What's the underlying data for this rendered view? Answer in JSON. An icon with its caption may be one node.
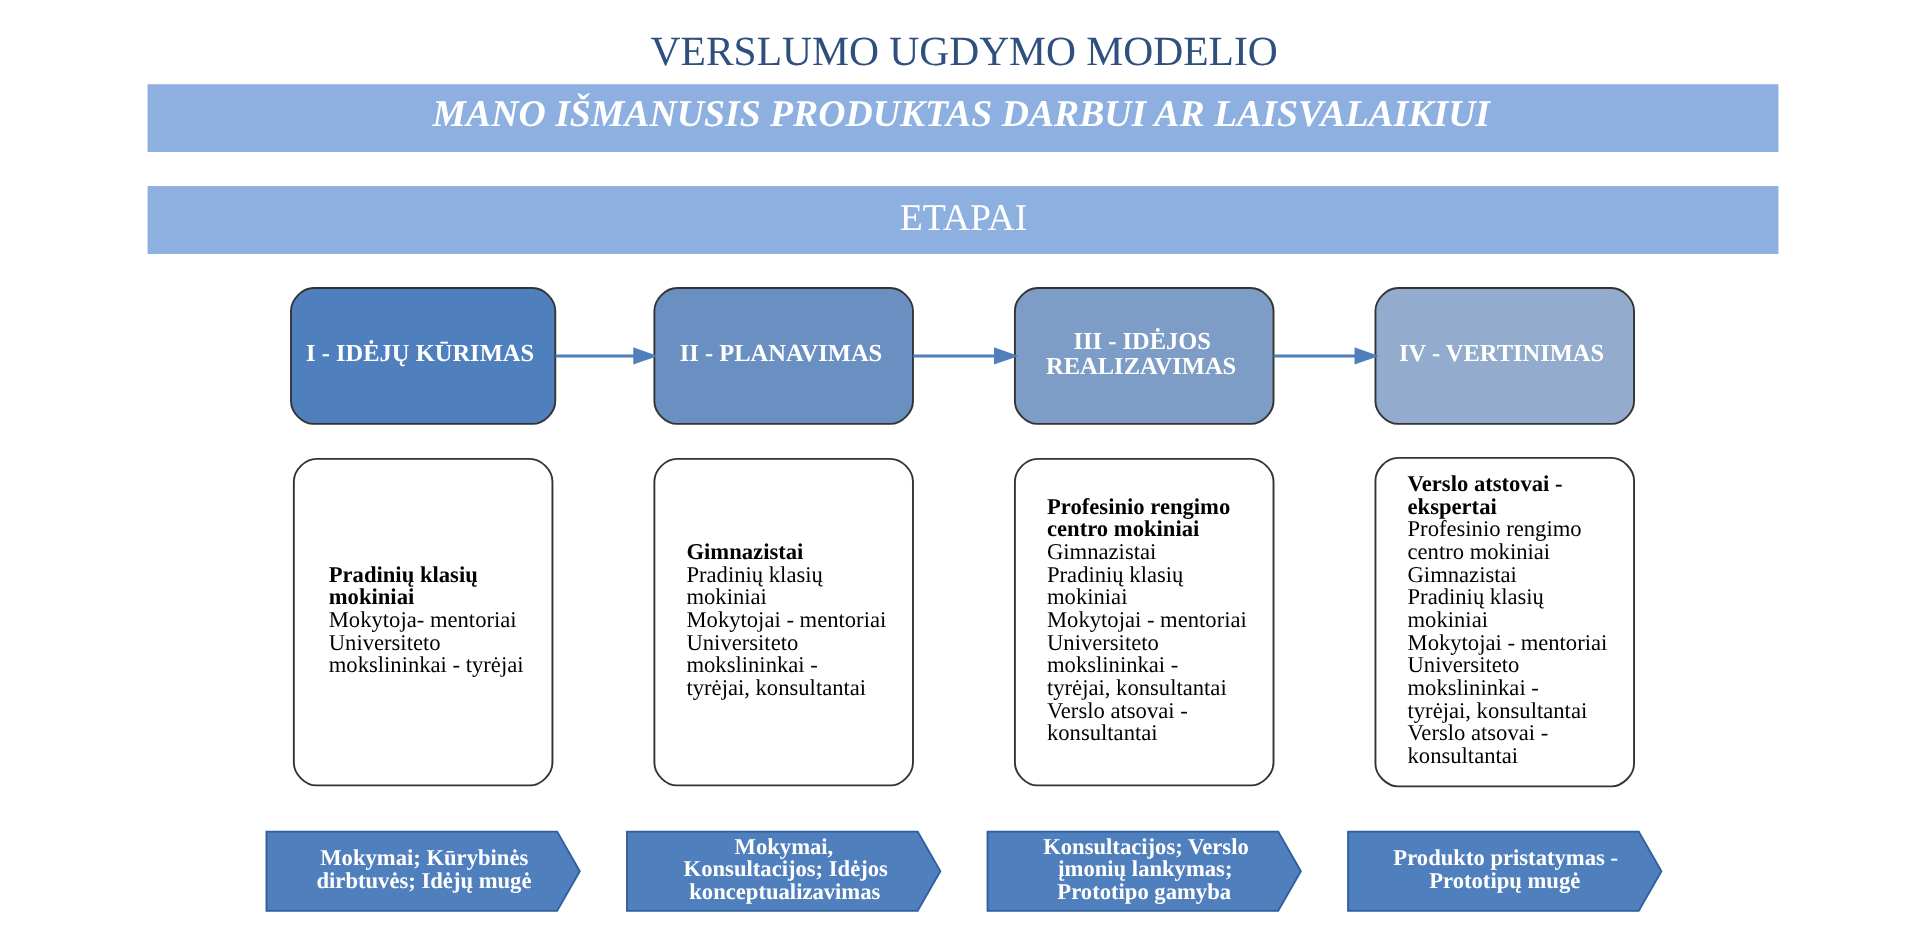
{
  "diagram": {
    "title": "VERSLUMO UGDYMO MODELIO",
    "nodes": [
      {
        "text": [
          "I - IDĖJŲ KŪRIMAS"
        ]
      },
      {
        "text": [
          "Pradinių klasių mokiniai",
          "Mokytoja- mentoriai",
          "Universiteto mokslininkai - tyrėjai"
        ]
      },
      {
        "text": [
          "II - PLANAVIMAS"
        ]
      },
      {
        "text": [
          "Gimnazistai",
          "Pradinių klasių mokiniai",
          "Mokytojai - mentoriai",
          "Universiteto mokslininkai - tyrėjai, konsultantai"
        ]
      },
      {
        "text": [
          "III - IDĖJOS REALIZAVIMAS"
        ]
      },
      {
        "text": [
          "Profesinio rengimo centro mokiniai",
          "Gimnazistai",
          "Pradinių klasių mokiniai",
          "Mokytojai - mentoriai",
          "Universiteto mokslininkai - tyrėjai, konsultantai",
          "Verslo atsovai - konsultantai"
        ]
      },
      {
        "text": [
          "IV - VERTINIMAS"
        ]
      },
      {
        "text": [
          "Verslo atstovai - ekspertai",
          "Profesinio rengimo centro mokiniai",
          "Gimnazistai",
          "Pradinių klasių mokiniai",
          "Mokytojai - mentoriai",
          "Universiteto mokslininkai - tyrėjai, konsultantai",
          "Verslo atsovai - konsultantai"
        ]
      },
      {
        "text": [
          "Mokymai; Kūrybinės dirbtuvės; Idėjų mugė"
        ]
      },
      {
        "text": [
          "Mokymai, Konsultacijos; Idėjos konceptualizavimas"
        ]
      },
      {
        "text": [
          "Konsultacijos; Verslo įmonių lankymas; Prototipo gamyba"
        ]
      },
      {
        "text": [
          "Produkto pristatymas - Prototipų mugė"
        ]
      }
    ],
    "edges": [
      {
        "from": 0,
        "to": 2,
        "arrow": "to"
      },
      {
        "from": 2,
        "to": 4,
        "arrow": "to"
      },
      {
        "from": 4,
        "to": 6,
        "arrow": "to"
      }
    ],
    "labels": [
      "MANO IŠMANUSIS PRODUKTAS DARBUI AR LAISVALAIKIUI",
      "ETAPAI"
    ]
  }
}
